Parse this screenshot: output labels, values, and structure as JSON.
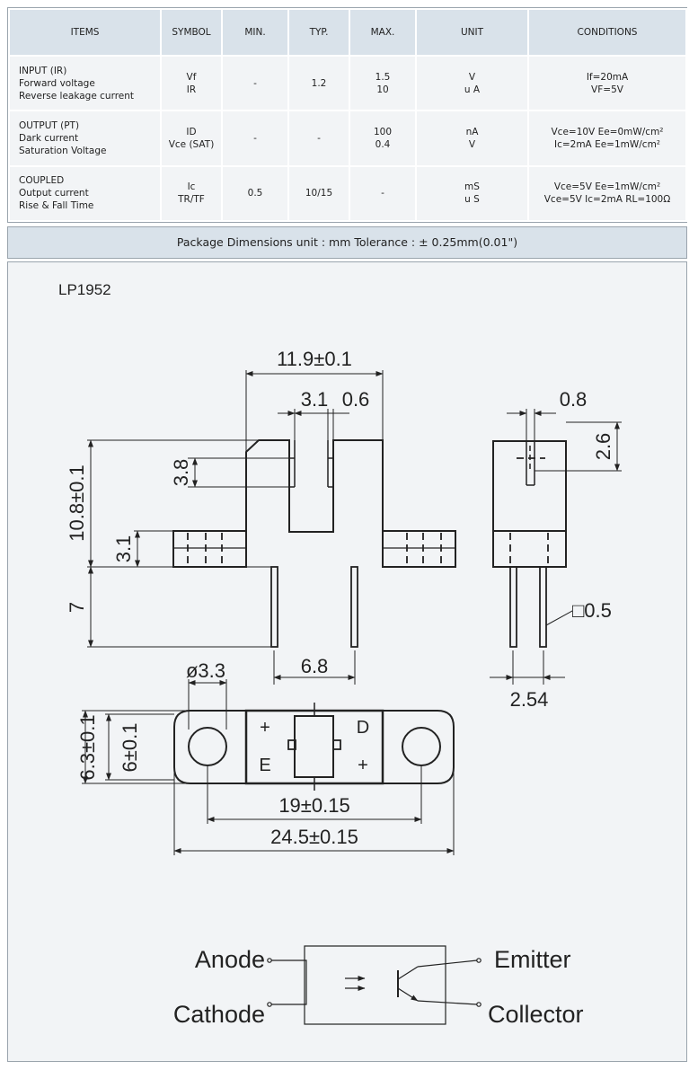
{
  "table": {
    "headers": [
      "ITEMS",
      "SYMBOL",
      "MIN.",
      "TYP.",
      "MAX.",
      "UNIT",
      "CONDITIONS"
    ],
    "rows": [
      {
        "items": [
          "INPUT (IR)",
          "Forward voltage",
          "Reverse leakage current"
        ],
        "symbol": [
          "Vf",
          "IR"
        ],
        "min": [
          "-"
        ],
        "typ": [
          "1.2"
        ],
        "max": [
          "1.5",
          "10"
        ],
        "unit": [
          "V",
          "u A"
        ],
        "conditions": [
          "If=20mA",
          "VF=5V"
        ]
      },
      {
        "items": [
          "OUTPUT (PT)",
          "Dark current",
          "Saturation Voltage"
        ],
        "symbol": [
          "ID",
          "Vce (SAT)"
        ],
        "min": [
          "-"
        ],
        "typ": [
          "-"
        ],
        "max": [
          "100",
          "0.4"
        ],
        "unit": [
          "nA",
          "V"
        ],
        "conditions": [
          "Vce=10V  Ee=0mW/cm²",
          "Ic=2mA   Ee=1mW/cm²"
        ]
      },
      {
        "items": [
          "COUPLED",
          "Output current",
          "Rise & Fall Time"
        ],
        "symbol": [
          "Ic",
          "TR/TF"
        ],
        "min": [
          "0.5"
        ],
        "typ": [
          "10/15"
        ],
        "max": [
          "-"
        ],
        "unit": [
          "mS",
          "u S"
        ],
        "conditions": [
          "Vce=5V  Ee=1mW/cm²",
          "Vce=5V  Ic=2mA  RL=100Ω"
        ]
      }
    ]
  },
  "package_title": "Package Dimensions   unit : mm  Tolerance : ± 0.25mm(0.01\")",
  "drawing": {
    "model": "LP1952",
    "dims": {
      "top_width": "11.9±0.1",
      "slot_width": "3.1",
      "wall": "0.6",
      "slot_depth": "3.8",
      "body_height": "10.8±0.1",
      "flange_height": "3.1",
      "lead_length": "7",
      "lead_pitch_front": "6.8",
      "side_slot": "0.8",
      "side_depth": "2.6",
      "lead_square": "□0.5",
      "lead_pitch_side": "2.54",
      "hole_dia": "ø3.3",
      "bottom_outer_h": "6.3±0.1",
      "bottom_inner_h": "6±0.1",
      "hole_pitch": "19±0.15",
      "total_length": "24.5±0.15"
    },
    "bottom_marks": {
      "plus_left": "+",
      "e": "E",
      "d": "D",
      "plus_right": "+"
    },
    "schematic": {
      "anode": "Anode",
      "cathode": "Cathode",
      "emitter": "Emitter",
      "collector": "Collector"
    }
  }
}
